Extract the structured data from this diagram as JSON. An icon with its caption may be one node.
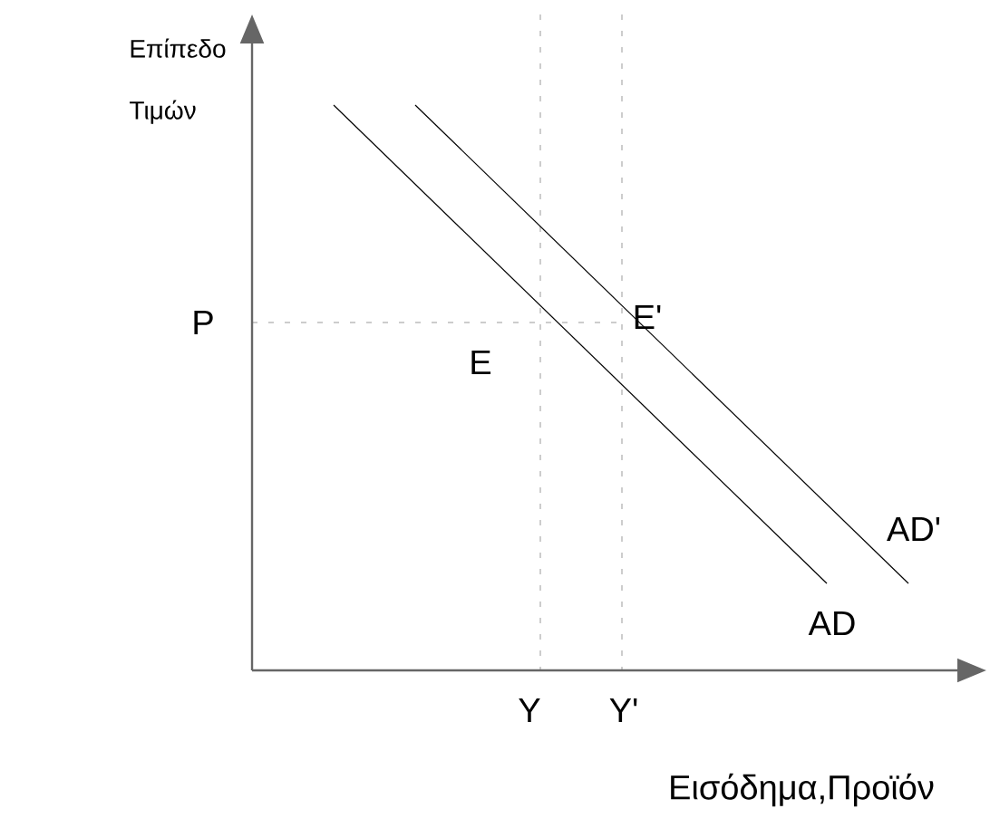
{
  "diagram": {
    "labels": [
      "Επίπεδο Τιμών",
      "P",
      "E'",
      "E",
      "AD'",
      "AD",
      "Y",
      "Y'",
      "Εισόδημα,Προϊόν"
    ]
  }
}
